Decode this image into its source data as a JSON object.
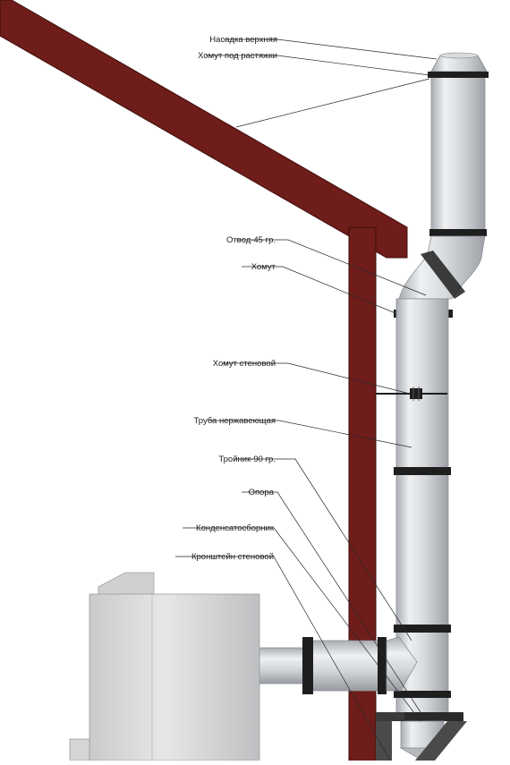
{
  "colors": {
    "roof": "#6e1d1a",
    "roof_edge": "#3e0d0b",
    "pipe_light": "#eceef0",
    "pipe_mid": "#c9ccd0",
    "pipe_dark": "#9a9ea4",
    "clamp": "#1e1e1e",
    "bracket": "#4a4a4a",
    "boiler": "#d9dadb",
    "leader": "#2a2a2a"
  },
  "labels": [
    {
      "id": "top-cap",
      "text": "Насадка верхняя"
    },
    {
      "id": "guy-clamp",
      "text": "Хомут под растяжки"
    },
    {
      "id": "elbow-45",
      "text": "Отвод-45 гр."
    },
    {
      "id": "clamp",
      "text": "Хомут"
    },
    {
      "id": "wall-clamp",
      "text": "Хомут стеновой"
    },
    {
      "id": "stainless-pipe",
      "text": "Труба нержавеющая"
    },
    {
      "id": "tee-90",
      "text": "Тройник-90 гр."
    },
    {
      "id": "support",
      "text": "Опора"
    },
    {
      "id": "condensate-collector",
      "text": "Конденсатосборник"
    },
    {
      "id": "wall-bracket",
      "text": "Кронштейн стеновой"
    }
  ]
}
